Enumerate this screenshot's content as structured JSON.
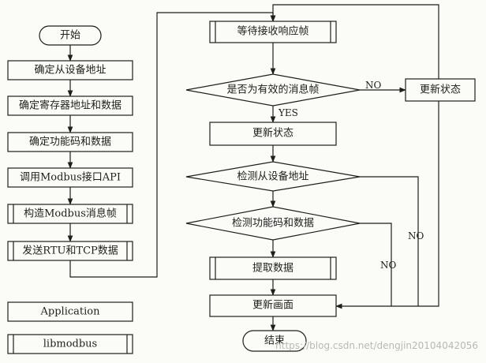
{
  "nodes": {
    "start": "开始",
    "confirm_slave": "确定从设备地址",
    "confirm_register": "确定寄存器地址和数据",
    "confirm_function": "确定功能码和数据",
    "call_api": "调用Modbus接口API",
    "build_frame": "构造Modbus消息帧",
    "send_data": "发送RTU和TCP数据",
    "application": "Application",
    "libmodbus": "libmodbus",
    "wait_response": "等待接收响应帧",
    "valid_frame": "是否为有效的消息帧",
    "update_status_left": "更新状态",
    "update_status_right": "更新状态",
    "check_slave": "检测从设备地址",
    "check_function": "检测功能码和数据",
    "extract_data": "提取数据",
    "update_screen": "更新画面",
    "end": "结束"
  },
  "edge_labels": {
    "no_valid": "NO",
    "yes_valid": "YES",
    "no_slave": "NO",
    "no_function": "NO"
  },
  "watermark": "https://blog.csdn.net/dengjin20104042056"
}
